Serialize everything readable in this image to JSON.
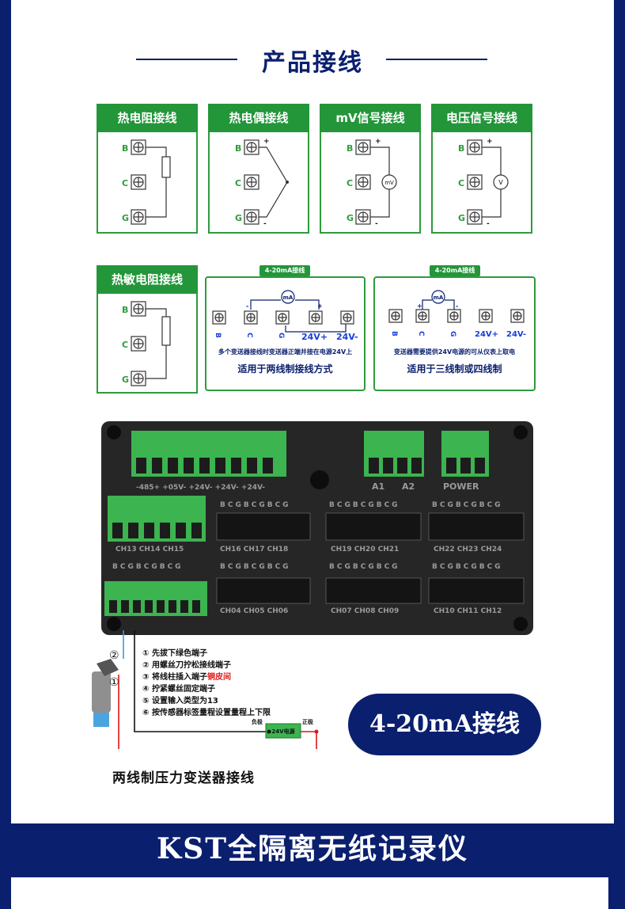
{
  "page_title": "产品接线",
  "cards": {
    "rtd": {
      "title": "热电阻接线",
      "labels": [
        "B",
        "C",
        "G"
      ]
    },
    "thermocouple": {
      "title": "热电偶接线",
      "labels": [
        "B",
        "C",
        "G"
      ],
      "polarity": [
        "+",
        "-"
      ]
    },
    "mv": {
      "title": "mV信号接线",
      "labels": [
        "B",
        "C",
        "G"
      ],
      "polarity": [
        "+",
        "-"
      ],
      "meter": "mV"
    },
    "voltage": {
      "title": "电压信号接线",
      "labels": [
        "B",
        "C",
        "G"
      ],
      "polarity": [
        "+",
        "-"
      ],
      "meter": "V"
    },
    "thermistor": {
      "title": "热敏电阻接线",
      "labels": [
        "B",
        "C",
        "G"
      ]
    },
    "two_wire": {
      "tag": "4-20mA接线",
      "meter": "mA",
      "terminals": [
        "B",
        "C",
        "G",
        "24V+",
        "24V-"
      ],
      "polarity": [
        "-",
        "+"
      ],
      "note": "多个变送器接线时变送器正端并接在电源24V上",
      "subnote": "适用于两线制接线方式"
    },
    "three_wire": {
      "tag": "4-20mA接线",
      "meter": "mA",
      "terminals": [
        "B",
        "C",
        "G",
        "24V+",
        "24V-"
      ],
      "polarity": [
        "+",
        "-"
      ],
      "note": "变送器需要提供24V电源的可从仪表上取电",
      "subnote": "适用于三线制或四线制"
    }
  },
  "device": {
    "top_left_label": "-485+ +05V- +24V- +24V- +24V-",
    "a1": "A1",
    "a2": "A2",
    "power": "POWER",
    "bcg": "BCGBCGBCG",
    "row1": [
      "CH13 CH14 CH15",
      "CH16 CH17 CH18",
      "CH19 CH20 CH21",
      "CH22 CH23 CH24"
    ],
    "row2": [
      "CH04 CH05 CH06",
      "CH07 CH08 CH09",
      "CH10 CH11 CH12"
    ]
  },
  "steps": [
    {
      "num": "①",
      "text": "先拔下绿色端子"
    },
    {
      "num": "②",
      "text": "用螺丝刀拧松接线端子"
    },
    {
      "num": "③",
      "text": "将线柱插入端子",
      "highlight": "铜皮间"
    },
    {
      "num": "④",
      "text": "拧紧螺丝固定端子"
    },
    {
      "num": "⑤",
      "text": "设置输入类型为13"
    },
    {
      "num": "⑥",
      "text": "按传感器标签量程设置量程上下限"
    }
  ],
  "wiring": {
    "marker1": "①",
    "marker2": "②",
    "neg": "负极",
    "pos": "正极",
    "supply": "24V电源"
  },
  "caption": "两线制压力变送器接线",
  "badge": "4-20mA接线",
  "footer": "KST全隔离无纸记录仪",
  "colors": {
    "navy": "#0a1f6e",
    "green": "#23963a",
    "red": "#e01515",
    "device": "#262626"
  }
}
